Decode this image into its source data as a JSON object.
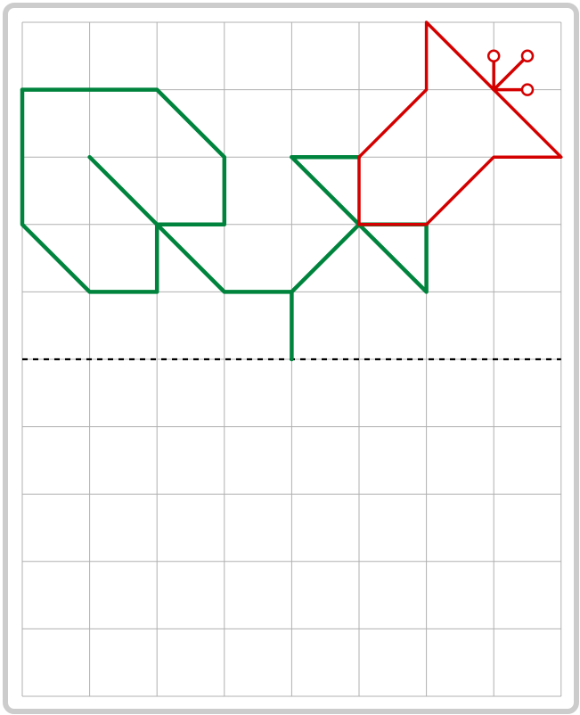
{
  "grid": {
    "columns": 8,
    "rows": 10,
    "line_color": "#b0b0b0",
    "frame_color": "#cccccc"
  },
  "symmetry_line": {
    "row": 5,
    "color": "#000000",
    "style": "dashed"
  },
  "colors": {
    "green": "#00843d",
    "red": "#d40000"
  },
  "green_paths": [
    [
      [
        0,
        1
      ],
      [
        2,
        1
      ],
      [
        3,
        2
      ],
      [
        3,
        3
      ],
      [
        2,
        3
      ]
    ],
    [
      [
        0,
        1
      ],
      [
        0,
        3
      ],
      [
        1,
        4
      ],
      [
        2,
        4
      ],
      [
        2,
        3
      ]
    ],
    [
      [
        1,
        2
      ],
      [
        2,
        3
      ],
      [
        3,
        4
      ],
      [
        4,
        4
      ],
      [
        4,
        5
      ]
    ],
    [
      [
        4,
        4
      ],
      [
        5,
        3
      ]
    ],
    [
      [
        4,
        2
      ],
      [
        5,
        2
      ]
    ],
    [
      [
        4,
        2
      ],
      [
        6,
        4
      ],
      [
        6,
        3
      ],
      [
        5,
        3
      ]
    ]
  ],
  "red_paths": [
    [
      [
        5,
        3
      ],
      [
        5,
        2
      ],
      [
        6,
        1
      ],
      [
        6,
        0
      ],
      [
        8,
        2
      ],
      [
        7,
        2
      ],
      [
        6,
        3
      ],
      [
        5,
        3
      ]
    ],
    [
      [
        7,
        1
      ],
      [
        7,
        0.5
      ]
    ],
    [
      [
        7,
        1
      ],
      [
        7.5,
        0.5
      ]
    ],
    [
      [
        7,
        1
      ],
      [
        7.5,
        1
      ]
    ]
  ],
  "red_circles": [
    [
      7,
      0.5
    ],
    [
      7.5,
      0.5
    ],
    [
      7.5,
      1
    ]
  ]
}
